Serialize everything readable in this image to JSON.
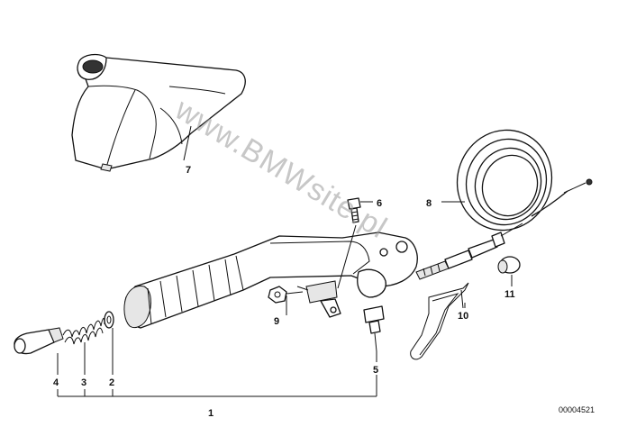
{
  "watermark": "www.BMWsite.pl",
  "reference_number": "00004521",
  "callouts": {
    "c1": "1",
    "c2": "2",
    "c3": "3",
    "c4": "4",
    "c5": "5",
    "c6": "6",
    "c7": "7",
    "c8": "8",
    "c9": "9",
    "c10": "10",
    "c11": "11"
  }
}
